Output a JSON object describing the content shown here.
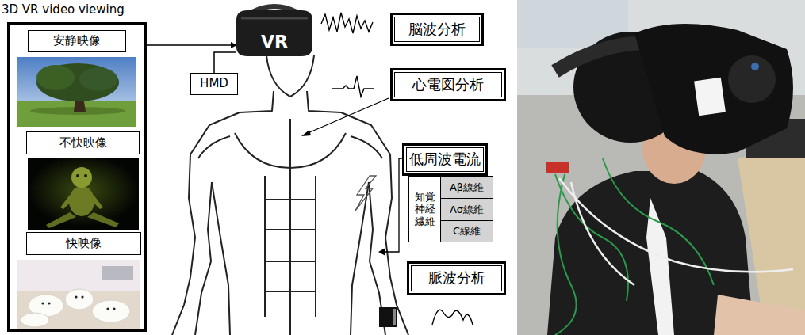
{
  "diagram": {
    "nodes": [
      {
        "text": [
          "3D VR video viewing"
        ]
      },
      {
        "text": [
          "安静映像"
        ],
        "in": 0
      },
      {
        "text": [
          "不快映像"
        ],
        "in": 0
      },
      {
        "text": [
          "快映像"
        ],
        "in": 0
      },
      {
        "text": [
          "VR"
        ]
      },
      {
        "text": [
          "HMD"
        ]
      },
      {
        "text": [
          "脳波分析"
        ]
      },
      {
        "text": [
          "心電図分析"
        ]
      },
      {
        "text": [
          "低周波電流"
        ]
      },
      {
        "text": [
          "脈波分析"
        ]
      }
    ],
    "edges": [
      {
        "from": 0,
        "to": 4,
        "arrow": "to"
      },
      {
        "from": 5,
        "to": 4,
        "arrow": "none"
      }
    ],
    "labels": [
      "知覚 神経 繊維",
      "Aβ線維",
      "Aσ線維",
      "C線維"
    ]
  }
}
